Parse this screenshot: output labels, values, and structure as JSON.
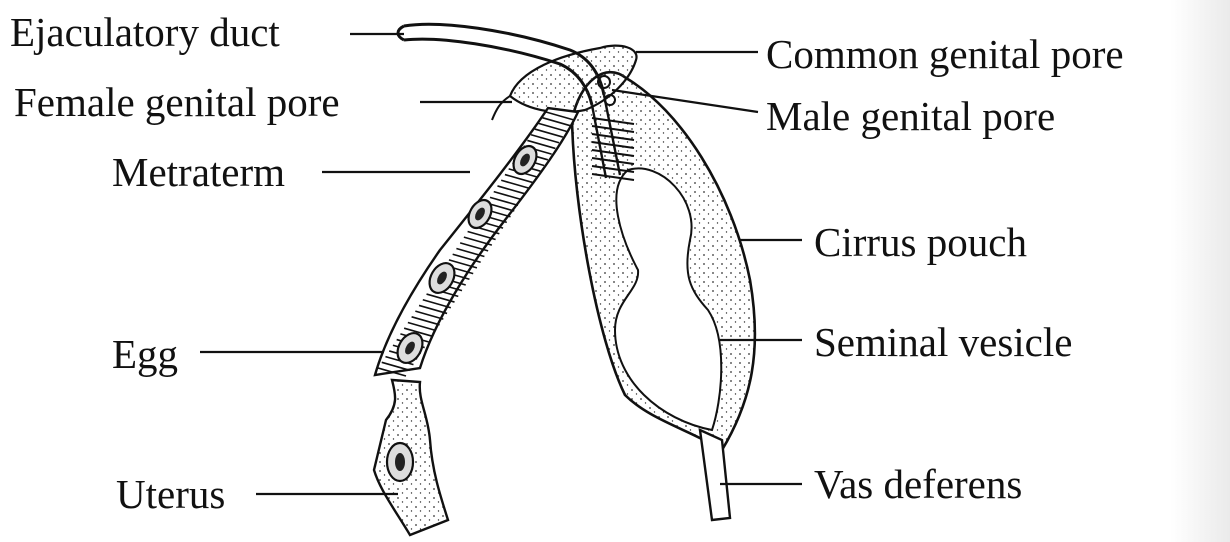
{
  "figure": {
    "labels": {
      "ejaculatory_duct": "Ejaculatory duct",
      "female_genital_pore": "Female genital pore",
      "metraterm": "Metraterm",
      "egg": "Egg",
      "uterus": "Uterus",
      "common_genital_pore": "Common genital pore",
      "male_genital_pore": "Male genital pore",
      "cirrus_pouch": "Cirrus pouch",
      "seminal_vesicle": "Seminal vesicle",
      "vas_deferens": "Vas deferens"
    },
    "colors": {
      "ink": "#111111",
      "background": "#ffffff"
    }
  }
}
